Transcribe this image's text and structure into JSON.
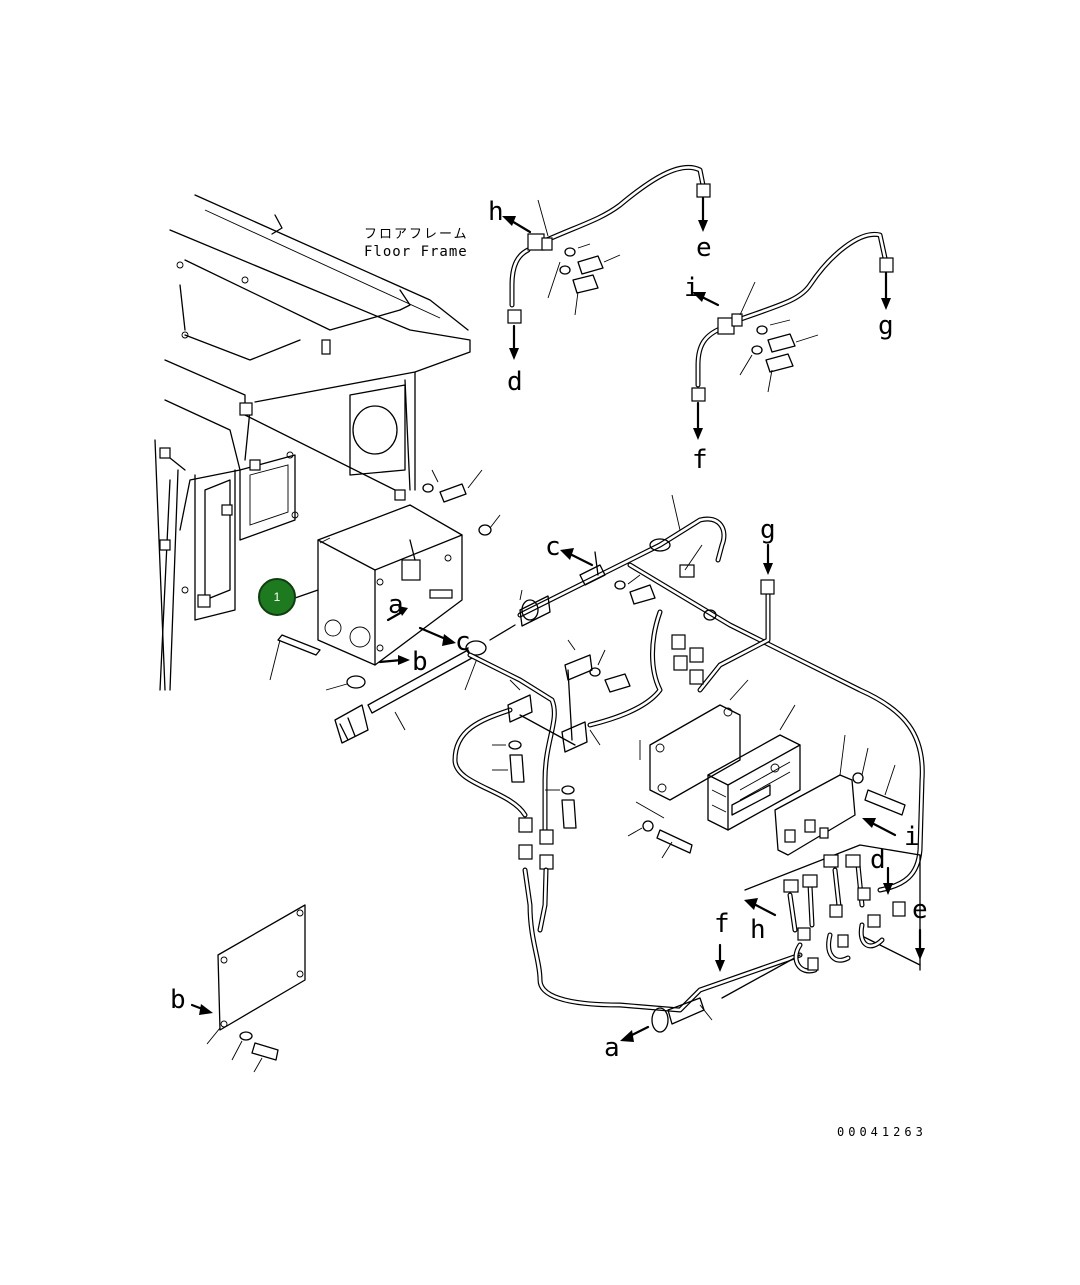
{
  "callout": {
    "number": "1",
    "color": "#1e7a1e"
  },
  "floor_frame": {
    "japanese": "フロアフレーム",
    "english": "Floor Frame"
  },
  "refs": {
    "a_box": "a",
    "b_box": "b",
    "c_box": "c",
    "c_wire": "c",
    "h_top": "h",
    "e_top": "e",
    "d_top": "d",
    "i_top": "i",
    "g_top": "g",
    "f_top": "f",
    "g_mid": "g",
    "i_mid": "i",
    "d_mid": "d",
    "e_mid": "e",
    "h_mid": "h",
    "f_mid": "f",
    "a_bottom": "a",
    "b_cover": "b"
  },
  "drawing_code": "00041263"
}
